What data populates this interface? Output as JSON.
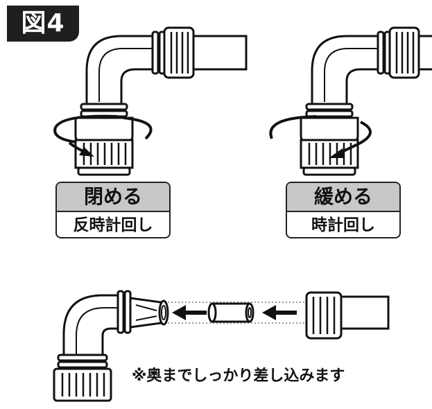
{
  "figure_label": "図4",
  "labels": {
    "close": {
      "title": "閉める",
      "direction": "反時計回し"
    },
    "loosen": {
      "title": "緩める",
      "direction": "時計回し"
    }
  },
  "note": "※奥までしっかり差し込みます"
}
